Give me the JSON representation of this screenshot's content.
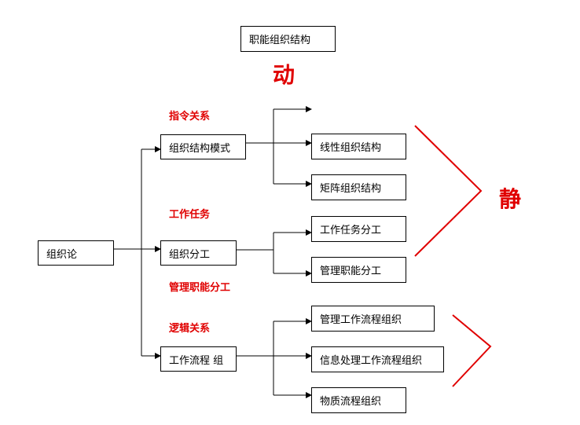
{
  "title": "职能组织结构",
  "labels": {
    "dong": "动",
    "jing": "静",
    "directive": "指令关系",
    "task": "工作任务",
    "mgmt_duty": "管理职能分工",
    "logic": "逻辑关系"
  },
  "nodes": {
    "root": "组织论",
    "structure_model": "组织结构模式",
    "division": "组织分工",
    "workflow": "工作流程 组",
    "linear": "线性组织结构",
    "matrix": "矩阵组织结构",
    "task_division": "工作任务分工",
    "mgmt_division": "管理职能分工",
    "mgmt_workflow": "管理工作流程组织",
    "info_workflow": "信息处理工作流程组织",
    "material_workflow": "物质流程组织"
  },
  "colors": {
    "accent": "#e00000",
    "line": "#000000"
  }
}
